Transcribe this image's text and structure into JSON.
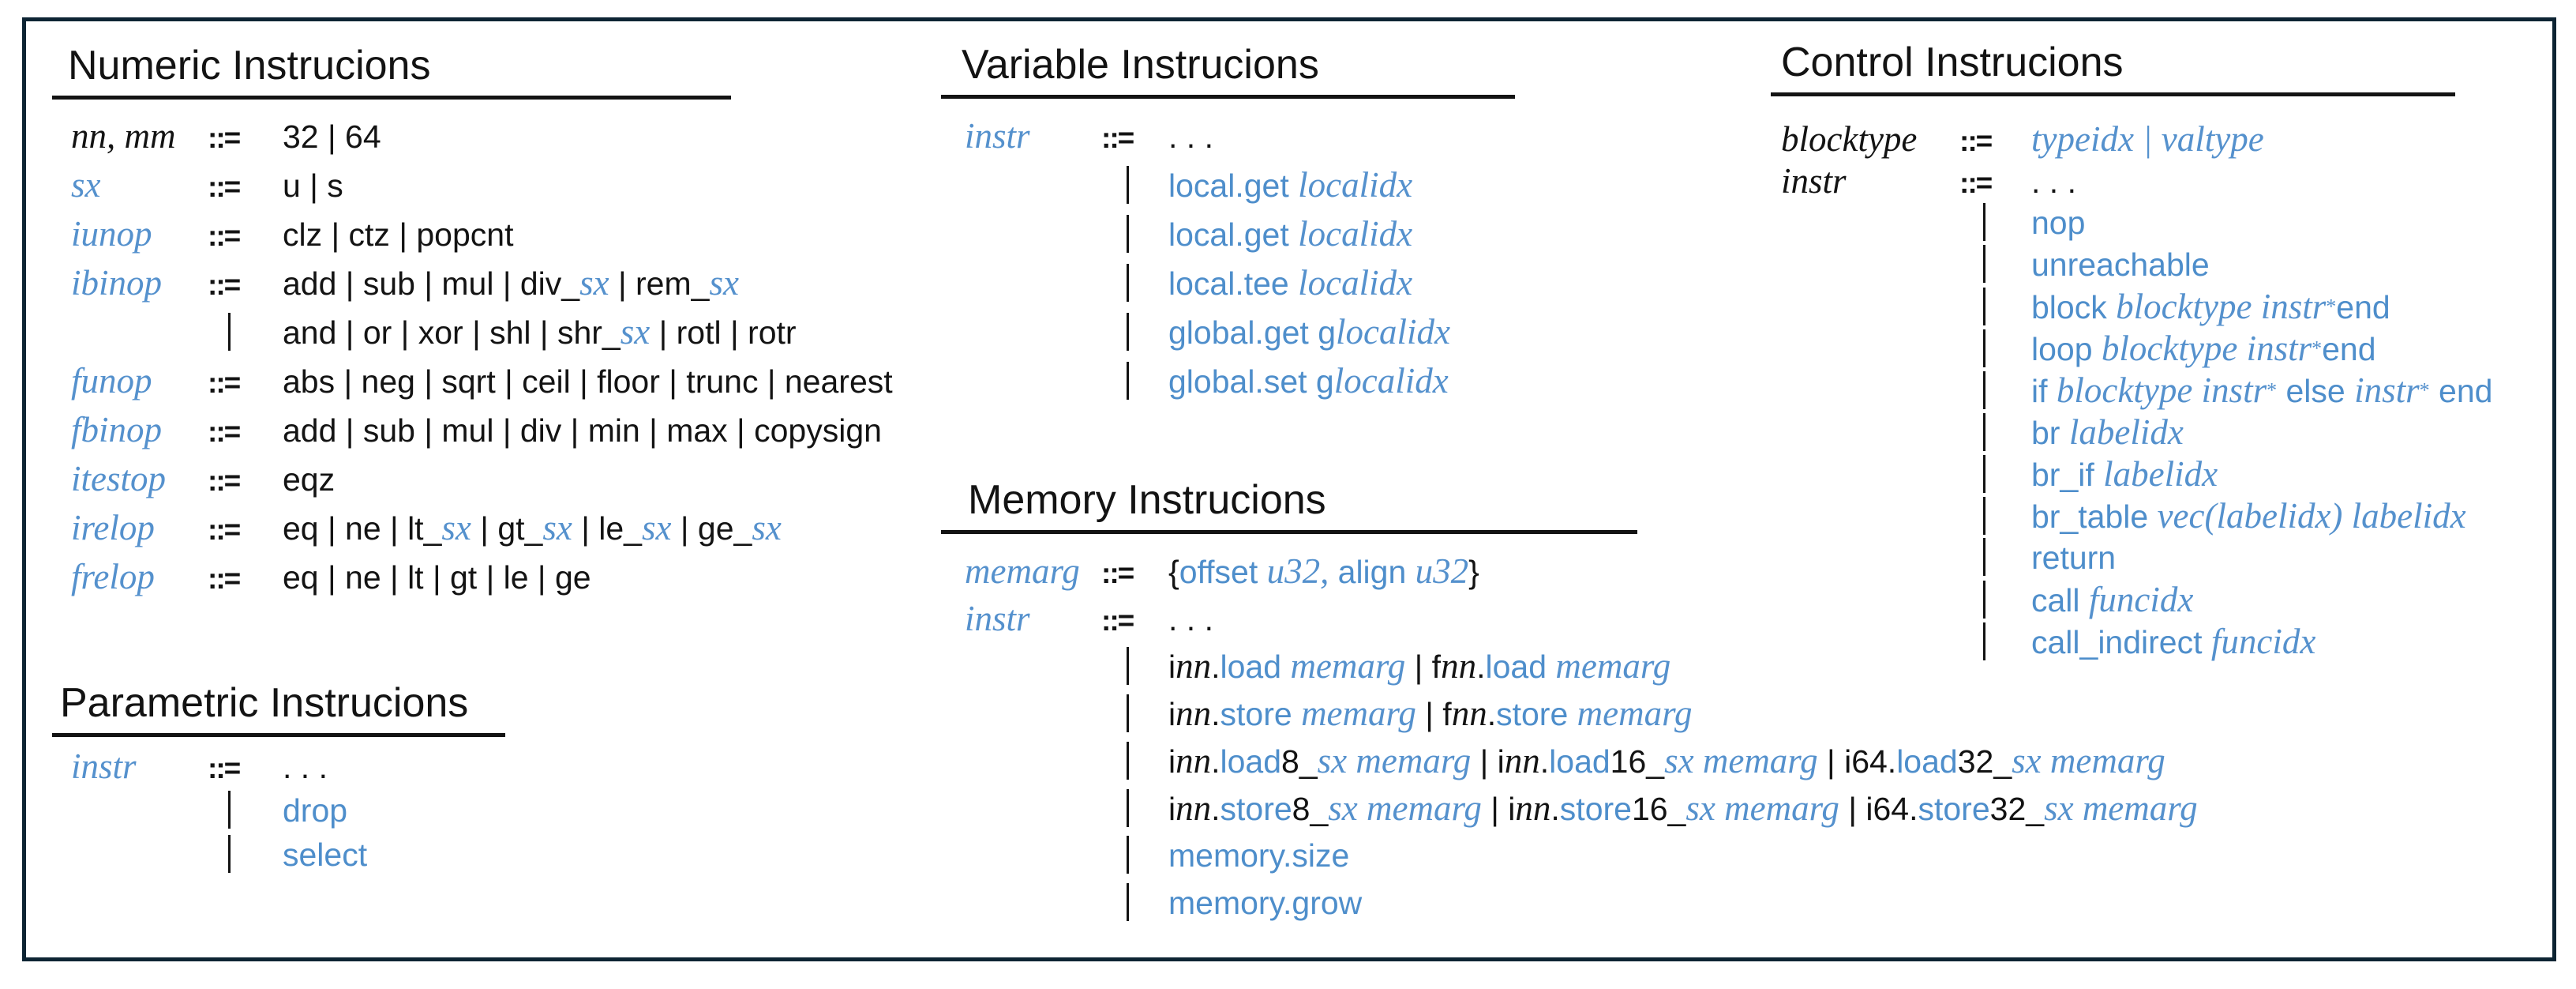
{
  "colors": {
    "ink": "#131313",
    "accent_keyword": "#4e8ecb",
    "accent_variable": "#5591cd",
    "frame": "#0d2433",
    "background": "#ffffff"
  },
  "op_symbol": "::=",
  "sections": [
    {
      "id": "numeric",
      "title": "Numeric Instrucions",
      "rows": [
        {
          "lhs": [
            [
              "bi",
              "nn, mm"
            ]
          ],
          "rhs": [
            [
              "kb",
              "32 | 64"
            ]
          ]
        },
        {
          "lhs": [
            [
              "vi",
              "sx"
            ]
          ],
          "rhs": [
            [
              "kb",
              "u | s"
            ]
          ]
        },
        {
          "lhs": [
            [
              "vi",
              "iunop"
            ]
          ],
          "rhs": [
            [
              "kb",
              "clz | ctz | popcnt"
            ]
          ]
        },
        {
          "lhs": [
            [
              "vi",
              "ibinop"
            ]
          ],
          "rhs": [
            [
              "kb",
              "add | sub | mul | div_"
            ],
            [
              "vi",
              "sx"
            ],
            [
              "kb",
              " | rem_"
            ],
            [
              "vi",
              "sx"
            ]
          ]
        },
        {
          "bar": true,
          "rhs": [
            [
              "kb",
              "and | or | xor | shl | shr_"
            ],
            [
              "vi",
              "sx"
            ],
            [
              "kb",
              " | rotl | rotr"
            ]
          ]
        },
        {
          "lhs": [
            [
              "vi",
              "funop"
            ]
          ],
          "rhs": [
            [
              "kb",
              "abs | neg | sqrt | ceil | floor | trunc | nearest"
            ]
          ]
        },
        {
          "lhs": [
            [
              "vi",
              "fbinop"
            ]
          ],
          "rhs": [
            [
              "kb",
              "add | sub | mul | div | min | max | copysign"
            ]
          ]
        },
        {
          "lhs": [
            [
              "vi",
              "itestop"
            ]
          ],
          "rhs": [
            [
              "kb",
              "eqz"
            ]
          ]
        },
        {
          "lhs": [
            [
              "vi",
              "irelop"
            ]
          ],
          "rhs": [
            [
              "kb",
              "eq | ne | lt_"
            ],
            [
              "vi",
              "sx"
            ],
            [
              "kb",
              " | gt_"
            ],
            [
              "vi",
              "sx"
            ],
            [
              "kb",
              " | le_"
            ],
            [
              "vi",
              "sx"
            ],
            [
              "kb",
              " | ge_"
            ],
            [
              "vi",
              "sx"
            ]
          ]
        },
        {
          "lhs": [
            [
              "vi",
              "frelop"
            ]
          ],
          "rhs": [
            [
              "kb",
              "eq | ne | lt | gt | le | ge"
            ]
          ]
        }
      ]
    },
    {
      "id": "parametric",
      "title": "Parametric Instrucions",
      "rows": [
        {
          "lhs": [
            [
              "vi",
              "instr"
            ]
          ],
          "rhs": [
            [
              "kb",
              ". . ."
            ]
          ]
        },
        {
          "bar": true,
          "rhs": [
            [
              "kw",
              "drop"
            ]
          ]
        },
        {
          "bar": true,
          "rhs": [
            [
              "kw",
              "select"
            ]
          ]
        }
      ]
    },
    {
      "id": "variable",
      "title": "Variable Instrucions",
      "rows": [
        {
          "lhs": [
            [
              "vi",
              "instr"
            ]
          ],
          "rhs": [
            [
              "kb",
              ". . ."
            ]
          ]
        },
        {
          "bar": true,
          "rhs": [
            [
              "kw",
              "local.get "
            ],
            [
              "vi",
              "localidx"
            ]
          ]
        },
        {
          "bar": true,
          "rhs": [
            [
              "kw",
              "local.get "
            ],
            [
              "vi",
              "localidx"
            ]
          ]
        },
        {
          "bar": true,
          "rhs": [
            [
              "kw",
              "local.tee "
            ],
            [
              "vi",
              "localidx"
            ]
          ]
        },
        {
          "bar": true,
          "rhs": [
            [
              "kw",
              "global.get g"
            ],
            [
              "vi",
              "localidx"
            ]
          ]
        },
        {
          "bar": true,
          "rhs": [
            [
              "kw",
              "global.set g"
            ],
            [
              "vi",
              "localidx"
            ]
          ]
        }
      ]
    },
    {
      "id": "memory",
      "title": "Memory Instrucions",
      "rows": [
        {
          "lhs": [
            [
              "vi",
              "memarg"
            ]
          ],
          "rhs": [
            [
              "kb",
              "{"
            ],
            [
              "kw",
              "offset "
            ],
            [
              "vi",
              "u32"
            ],
            [
              "vi",
              ", "
            ],
            [
              "kw",
              "align "
            ],
            [
              "vi",
              "u32"
            ],
            [
              "kb",
              "}"
            ]
          ]
        },
        {
          "lhs": [
            [
              "vi",
              "instr"
            ]
          ],
          "rhs": [
            [
              "kb",
              ". . ."
            ]
          ]
        },
        {
          "bar": true,
          "rhs": [
            [
              "kb",
              "i"
            ],
            [
              "bi",
              "nn"
            ],
            [
              "kb",
              "."
            ],
            [
              "kw",
              "load "
            ],
            [
              "vi",
              "memarg"
            ],
            [
              "kb",
              " | f"
            ],
            [
              "bi",
              "nn"
            ],
            [
              "kb",
              "."
            ],
            [
              "kw",
              "load "
            ],
            [
              "vi",
              "memarg"
            ]
          ]
        },
        {
          "bar": true,
          "rhs": [
            [
              "kb",
              "i"
            ],
            [
              "bi",
              "nn"
            ],
            [
              "kb",
              "."
            ],
            [
              "kw",
              "store "
            ],
            [
              "vi",
              "memarg"
            ],
            [
              "kb",
              " | f"
            ],
            [
              "bi",
              "nn"
            ],
            [
              "kb",
              "."
            ],
            [
              "kw",
              "store "
            ],
            [
              "vi",
              "memarg"
            ]
          ]
        },
        {
          "bar": true,
          "rhs": [
            [
              "kb",
              "i"
            ],
            [
              "bi",
              "nn"
            ],
            [
              "kb",
              "."
            ],
            [
              "kw",
              "load"
            ],
            [
              "kb",
              "8_"
            ],
            [
              "vi",
              "sx"
            ],
            [
              "vi",
              " memarg"
            ],
            [
              "kb",
              " | i"
            ],
            [
              "bi",
              "nn"
            ],
            [
              "kb",
              "."
            ],
            [
              "kw",
              "load"
            ],
            [
              "kb",
              "16_"
            ],
            [
              "vi",
              "sx"
            ],
            [
              "vi",
              " memarg"
            ],
            [
              "kb",
              " | i64."
            ],
            [
              "kw",
              "load"
            ],
            [
              "kb",
              "32_"
            ],
            [
              "vi",
              "sx"
            ],
            [
              "vi",
              " memarg"
            ]
          ]
        },
        {
          "bar": true,
          "rhs": [
            [
              "kb",
              "i"
            ],
            [
              "bi",
              "nn"
            ],
            [
              "kb",
              "."
            ],
            [
              "kw",
              "store"
            ],
            [
              "kb",
              "8_"
            ],
            [
              "vi",
              "sx"
            ],
            [
              "vi",
              " memarg"
            ],
            [
              "kb",
              " | i"
            ],
            [
              "bi",
              "nn"
            ],
            [
              "kb",
              "."
            ],
            [
              "kw",
              "store"
            ],
            [
              "kb",
              "16_"
            ],
            [
              "vi",
              "sx"
            ],
            [
              "vi",
              " memarg"
            ],
            [
              "kb",
              " | i64."
            ],
            [
              "kw",
              "store"
            ],
            [
              "kb",
              "32_"
            ],
            [
              "vi",
              "sx"
            ],
            [
              "vi",
              " memarg"
            ]
          ]
        },
        {
          "bar": true,
          "rhs": [
            [
              "kw",
              "memory.size"
            ]
          ]
        },
        {
          "bar": true,
          "rhs": [
            [
              "kw",
              "memory.grow"
            ]
          ]
        }
      ]
    },
    {
      "id": "control",
      "title": "Control Instrucions",
      "rows": [
        {
          "lhs": [
            [
              "bi",
              "blocktype"
            ]
          ],
          "rhs": [
            [
              "vi",
              "typeidx | valtype"
            ]
          ]
        },
        {
          "lhs": [
            [
              "bi",
              "instr"
            ]
          ],
          "rhs": [
            [
              "kb",
              ". . ."
            ]
          ]
        },
        {
          "bar": true,
          "rhs": [
            [
              "kw",
              "nop"
            ]
          ]
        },
        {
          "bar": true,
          "rhs": [
            [
              "kw",
              "unreachable"
            ]
          ]
        },
        {
          "bar": true,
          "rhs": [
            [
              "kw",
              "block "
            ],
            [
              "vi",
              "blocktype instr"
            ],
            [
              "sup",
              "*"
            ],
            [
              "kw",
              "end"
            ]
          ]
        },
        {
          "bar": true,
          "rhs": [
            [
              "kw",
              "loop "
            ],
            [
              "vi",
              "blocktype instr"
            ],
            [
              "sup",
              "*"
            ],
            [
              "kw",
              "end"
            ]
          ]
        },
        {
          "bar": true,
          "rhs": [
            [
              "kw",
              "if "
            ],
            [
              "vi",
              "blocktype instr"
            ],
            [
              "sup",
              "*"
            ],
            [
              "kw",
              " else "
            ],
            [
              "vi",
              "instr"
            ],
            [
              "sup",
              "*"
            ],
            [
              "kw",
              " end"
            ]
          ]
        },
        {
          "bar": true,
          "rhs": [
            [
              "kw",
              "br "
            ],
            [
              "vi",
              "labelidx"
            ]
          ]
        },
        {
          "bar": true,
          "rhs": [
            [
              "kw",
              "br_if "
            ],
            [
              "vi",
              "labelidx"
            ]
          ]
        },
        {
          "bar": true,
          "rhs": [
            [
              "kw",
              "br_table "
            ],
            [
              "vi",
              "vec(labelidx) labelidx"
            ]
          ]
        },
        {
          "bar": true,
          "rhs": [
            [
              "kw",
              "return"
            ]
          ]
        },
        {
          "bar": true,
          "rhs": [
            [
              "kw",
              "call "
            ],
            [
              "vi",
              "funcidx"
            ]
          ]
        },
        {
          "bar": true,
          "rhs": [
            [
              "kw",
              "call_indirect "
            ],
            [
              "vi",
              "funcidx"
            ]
          ]
        }
      ]
    }
  ]
}
